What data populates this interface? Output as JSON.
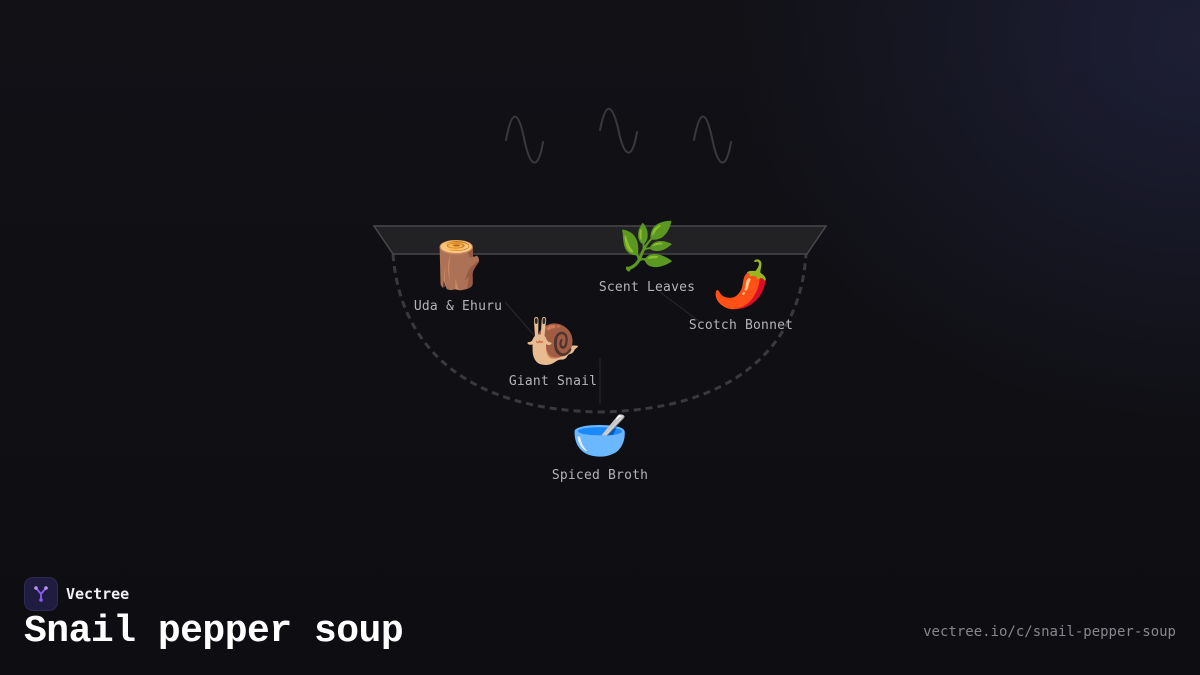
{
  "brand": {
    "name": "Vectree",
    "logo_icon": "vectree-tree-logo-icon",
    "logo_color": "#8b5cf6"
  },
  "title": "Snail pepper soup",
  "url": "vectree.io/c/snail-pepper-soup",
  "diagram": {
    "container_icon": "pot-icon",
    "steam_icon": "steam-wavy-lines-icon",
    "nodes": [
      {
        "id": "uda",
        "label": "Uda & Ehuru",
        "icon": "log-icon",
        "glyph": "🪵"
      },
      {
        "id": "scent",
        "label": "Scent Leaves",
        "icon": "herb-icon",
        "glyph": "🌿"
      },
      {
        "id": "bonnet",
        "label": "Scotch Bonnet",
        "icon": "hot-pepper-icon",
        "glyph": "🌶️"
      },
      {
        "id": "snail",
        "label": "Giant Snail",
        "icon": "snail-icon",
        "glyph": "🐌"
      },
      {
        "id": "broth",
        "label": "Spiced Broth",
        "icon": "bowl-with-spoon-icon",
        "glyph": "🥣"
      }
    ],
    "edges": [
      {
        "from": "uda",
        "to": "snail"
      },
      {
        "from": "scent",
        "to": "bonnet"
      },
      {
        "from": "snail",
        "to": "broth"
      }
    ]
  },
  "colors": {
    "background": "#101015",
    "pot_rim": "#222225",
    "pot_outline": "#3a3a3e",
    "label_text": "#b4b4b8",
    "title_text": "#ffffff",
    "url_text": "#86868c"
  }
}
